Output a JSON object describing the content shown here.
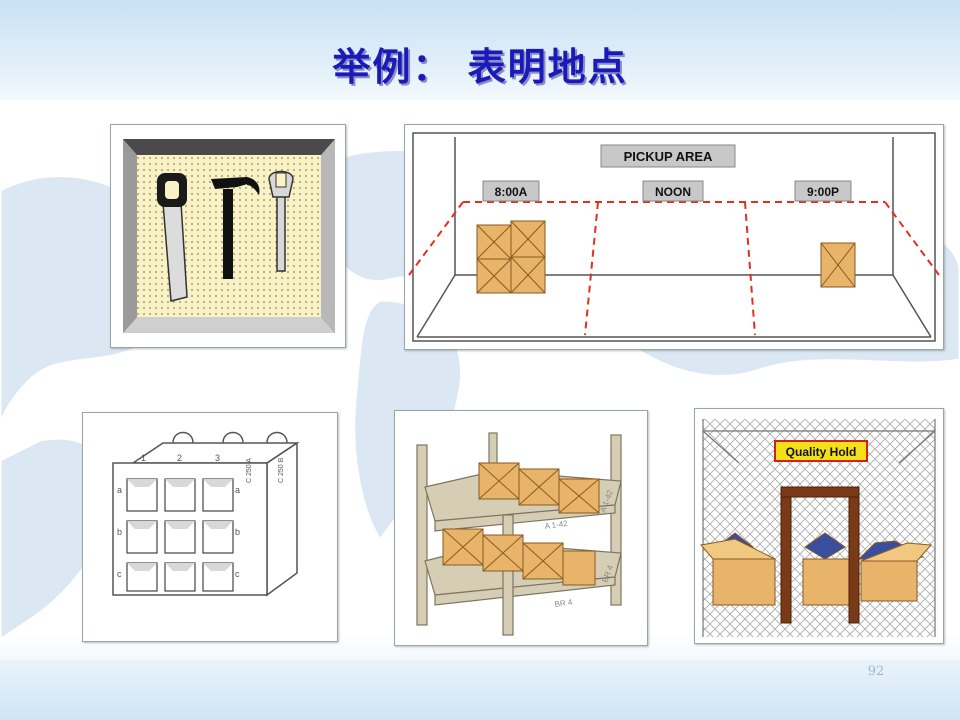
{
  "slide": {
    "title": "举例： 表明地点",
    "page_number": "92"
  },
  "pickup_area": {
    "sign": "PICKUP AREA",
    "slot_labels": [
      "8:00A",
      "NOON",
      "9:00P"
    ]
  },
  "bins": {
    "column_numbers": [
      "1",
      "2",
      "3"
    ],
    "row_letters": [
      "a",
      "b",
      "c"
    ],
    "side_labels": [
      "C 250 A",
      "C 250 B"
    ]
  },
  "rack": {
    "location_labels": [
      "A 1-42",
      "A 1-42",
      "BR 4",
      "BR 4"
    ]
  },
  "quality_hold": {
    "sign": "Quality Hold"
  },
  "colors": {
    "title": "#1a1ab8",
    "dashed_line": "#e0301e",
    "box": "#e8b46a",
    "quality_sign": "#f4e01a",
    "quality_sign_border": "#d0201a",
    "frame": "#7a3a18"
  }
}
